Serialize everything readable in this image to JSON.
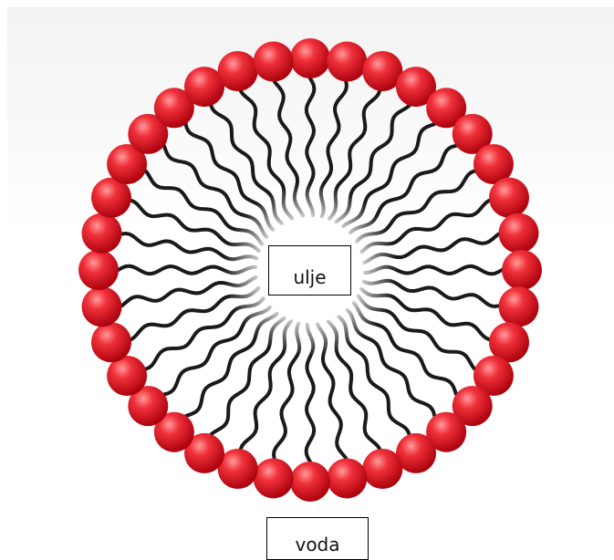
{
  "diagram": {
    "type": "micelle",
    "head_count": 36,
    "head_color": "#e8202a",
    "tail_color": "#1a1a1a",
    "labels": {
      "inside": "ulje",
      "outside": "voda"
    }
  }
}
